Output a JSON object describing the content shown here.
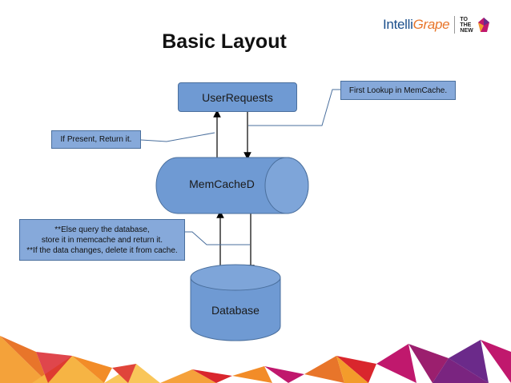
{
  "title": "Basic Layout",
  "logo": {
    "brand_prefix": "Intelli",
    "brand_suffix": "Grape",
    "partner_line1": "TO",
    "partner_line2": "THE",
    "partner_line3": "NEW"
  },
  "nodes": {
    "user_requests": "UserRequests",
    "memcached": "MemCacheD",
    "database": "Database"
  },
  "callouts": {
    "first_lookup": "First Lookup in MemCache.",
    "if_present": "If Present, Return it.",
    "else_query_line1": "**Else query the database,",
    "else_query_line2": "store it in memcache and return it.",
    "else_query_line3": "**If the data changes, delete it from cache."
  },
  "colors": {
    "node_fill": "#6f9ad3",
    "node_stroke": "#4a6f9d",
    "accent_red": "#d9262d",
    "accent_orange": "#f39c2b",
    "accent_magenta": "#c0186d",
    "accent_purple": "#6b2a8a"
  }
}
